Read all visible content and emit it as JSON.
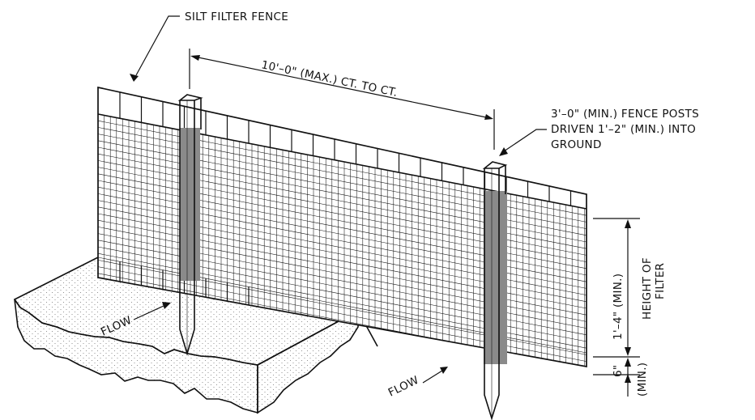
{
  "labels": {
    "silt_filter_fence": "SILT FILTER FENCE",
    "post_spacing": "10'–0\" (MAX.) CT. TO CT.",
    "fence_posts_line1": "3'–0\" (MIN.) FENCE POSTS",
    "fence_posts_line2": "DRIVEN 1'–2\" (MIN.) INTO",
    "fence_posts_line3": "GROUND",
    "flow_left": "FLOW",
    "flow_bottom": "FLOW",
    "filter_height": "1'–4\" (MIN.)",
    "height_of": "HEIGHT OF",
    "filter": "FILTER",
    "embed_depth": "6\"",
    "embed_min": "(MIN.)"
  },
  "colors": {
    "line": "#111111",
    "post_shadow": "#8a8a8a",
    "soil_dots": "#777777",
    "background": "#ffffff"
  }
}
